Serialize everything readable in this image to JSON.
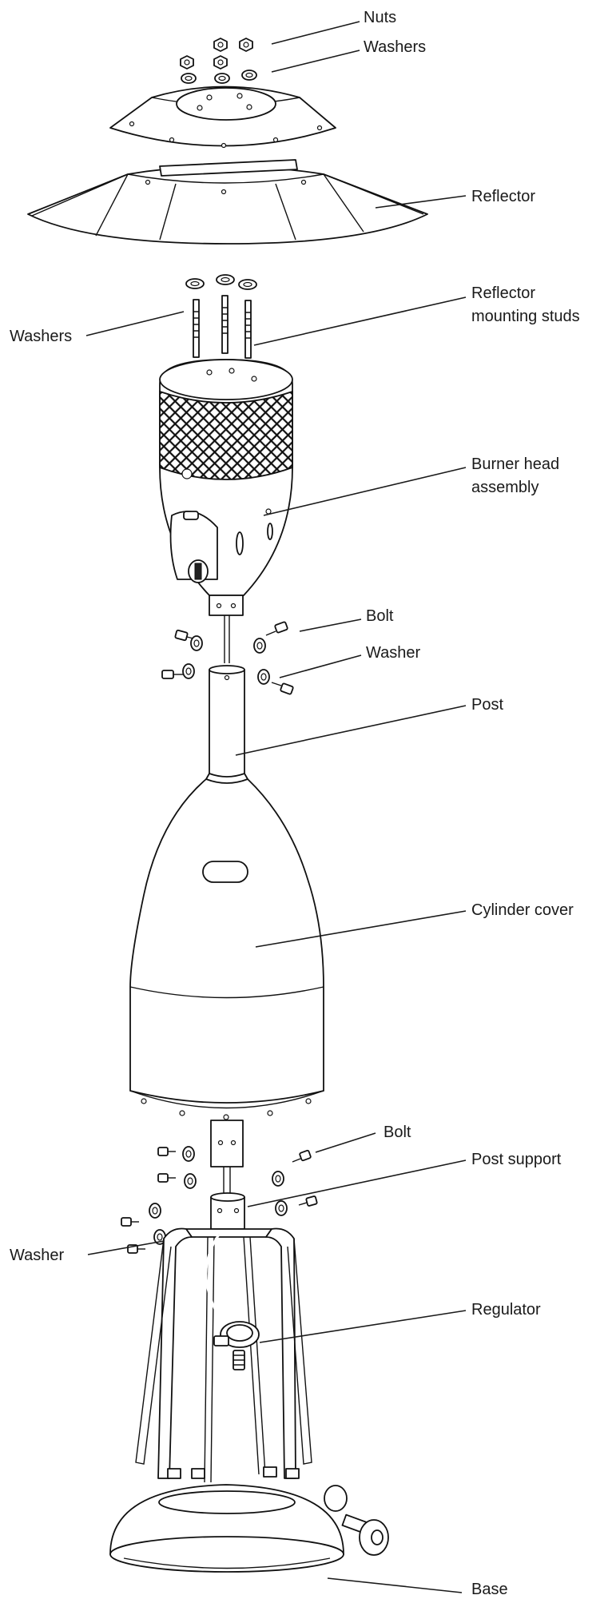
{
  "diagram": {
    "labels": {
      "nuts": "Nuts",
      "washers_top": "Washers",
      "reflector": "Reflector",
      "washers_left": "Washers",
      "reflector_studs_1": "Reflector",
      "reflector_studs_2": "mounting studs",
      "burner_1": "Burner head",
      "burner_2": "assembly",
      "bolt_upper": "Bolt",
      "washer_upper": "Washer",
      "post": "Post",
      "cylinder_cover": "Cylinder cover",
      "bolt_lower": "Bolt",
      "post_support": "Post support",
      "washer_lower": "Washer",
      "regulator": "Regulator",
      "base": "Base"
    }
  }
}
